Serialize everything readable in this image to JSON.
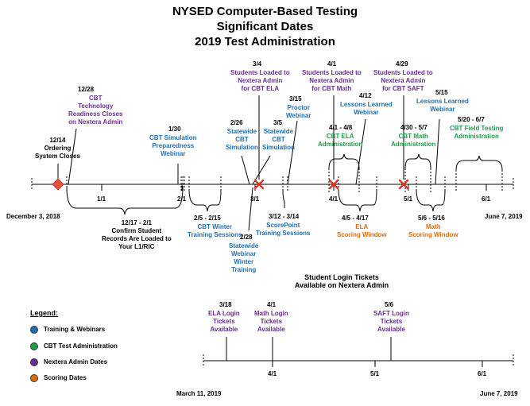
{
  "titles": [
    "NYSED Computer-Based Testing",
    "Significant Dates",
    "2019 Test Administration"
  ],
  "colors": {
    "black": "#000000",
    "blue": "#1f6fb2",
    "green": "#1e9e4a",
    "purple": "#6a2c91",
    "orange": "#e46c0a",
    "marker_diamond": "#e8503a",
    "marker_x": "#d9392b"
  },
  "timeline1": {
    "start_label": "December 3, 2018",
    "end_label": "June 7, 2019",
    "ticks": [
      "1/1",
      "2/1",
      "3/1",
      "4/1",
      "5/1",
      "6/1"
    ]
  },
  "timeline2": {
    "start_label": "March 11, 2019",
    "end_label": "June 7, 2019",
    "ticks": [
      "4/1",
      "5/1",
      "6/1"
    ],
    "heading": [
      "Student Login Tickets",
      "Available on Nextera Admin"
    ]
  },
  "events_above": [
    {
      "lines": [
        "12/14",
        "Ordering",
        "System Closes"
      ],
      "color": "black"
    },
    {
      "lines": [
        "12/28"
      ],
      "color": "black"
    },
    {
      "lines": [
        "CBT",
        "Technology",
        "Readiness Closes",
        "on Nextera Admin"
      ],
      "color": "purple"
    },
    {
      "lines": [
        "1/30"
      ],
      "color": "black"
    },
    {
      "lines": [
        "CBT Simulation",
        "Preparedness",
        "Webinar"
      ],
      "color": "blue"
    },
    {
      "lines": [
        "2/26"
      ],
      "color": "black"
    },
    {
      "lines": [
        "Statewide",
        "CBT",
        "Simulation"
      ],
      "color": "blue"
    },
    {
      "lines": [
        "3/4"
      ],
      "color": "black"
    },
    {
      "lines": [
        "Students Loaded to",
        "Nextera Admin",
        "for CBT ELA"
      ],
      "color": "purple"
    },
    {
      "lines": [
        "3/5"
      ],
      "color": "black"
    },
    {
      "lines": [
        "Statewide",
        "CBT",
        "Simulation"
      ],
      "color": "blue"
    },
    {
      "lines": [
        "3/15"
      ],
      "color": "black"
    },
    {
      "lines": [
        "Proctor",
        "Webinar"
      ],
      "color": "blue"
    },
    {
      "lines": [
        "4/1"
      ],
      "color": "black"
    },
    {
      "lines": [
        "Students Loaded to",
        "Nextera Admin",
        "for CBT Math"
      ],
      "color": "purple"
    },
    {
      "lines": [
        "4/12"
      ],
      "color": "black"
    },
    {
      "lines": [
        "Lessons Learned",
        "Webinar"
      ],
      "color": "blue"
    },
    {
      "lines": [
        "4/1 - 4/8"
      ],
      "color": "black"
    },
    {
      "lines": [
        "CBT ELA",
        "Administration"
      ],
      "color": "green"
    },
    {
      "lines": [
        "4/29"
      ],
      "color": "black"
    },
    {
      "lines": [
        "Students Loaded to",
        "Nextera Admin",
        "for CBT SAFT"
      ],
      "color": "purple"
    },
    {
      "lines": [
        "4/30 - 5/7"
      ],
      "color": "black"
    },
    {
      "lines": [
        "CBT Math",
        "Administration"
      ],
      "color": "green"
    },
    {
      "lines": [
        "5/15"
      ],
      "color": "black"
    },
    {
      "lines": [
        "Lessons Learned",
        "Webinar"
      ],
      "color": "blue"
    },
    {
      "lines": [
        "5/20 - 6/7"
      ],
      "color": "black"
    },
    {
      "lines": [
        "CBT Field Testing",
        "Administration"
      ],
      "color": "green"
    }
  ],
  "events_below": [
    {
      "lines": [
        "12/17 - 2/1",
        "Confirm Student",
        "Records Are Loaded to",
        "Your L1/RIC"
      ],
      "color": "black"
    },
    {
      "lines": [
        "2/5 - 2/15"
      ],
      "color": "black"
    },
    {
      "lines": [
        "CBT Winter",
        "Training Sessions"
      ],
      "color": "blue"
    },
    {
      "lines": [
        "2/28"
      ],
      "color": "black"
    },
    {
      "lines": [
        "Statewide",
        "Webinar",
        "Winter",
        "Training"
      ],
      "color": "blue"
    },
    {
      "lines": [
        "3/12 - 3/14"
      ],
      "color": "black"
    },
    {
      "lines": [
        "ScorePoint",
        "Training Sessions"
      ],
      "color": "blue"
    },
    {
      "lines": [
        "4/5 - 4/17"
      ],
      "color": "black"
    },
    {
      "lines": [
        "ELA",
        "Scoring Window"
      ],
      "color": "orange"
    },
    {
      "lines": [
        "5/6 - 5/16"
      ],
      "color": "black"
    },
    {
      "lines": [
        "Math",
        "Scoring Window"
      ],
      "color": "orange"
    }
  ],
  "events_t2": [
    {
      "lines": [
        "3/18"
      ],
      "color": "black"
    },
    {
      "lines": [
        "ELA Login",
        "Tickets",
        "Available"
      ],
      "color": "purple"
    },
    {
      "lines": [
        "4/1"
      ],
      "color": "black"
    },
    {
      "lines": [
        "Math Login",
        "Tickets",
        "Available"
      ],
      "color": "purple"
    },
    {
      "lines": [
        "5/6"
      ],
      "color": "black"
    },
    {
      "lines": [
        "SAFT Login",
        "Tickets",
        "Available"
      ],
      "color": "purple"
    }
  ],
  "legend": {
    "title": "Legend:",
    "items": [
      {
        "label": "Training & Webinars",
        "color": "#1f6fb2"
      },
      {
        "label": "CBT Test Administration",
        "color": "#1e9e4a"
      },
      {
        "label": "Nextera Admin Dates",
        "color": "#6a2c91"
      },
      {
        "label": "Scoring Dates",
        "color": "#e46c0a"
      }
    ]
  }
}
